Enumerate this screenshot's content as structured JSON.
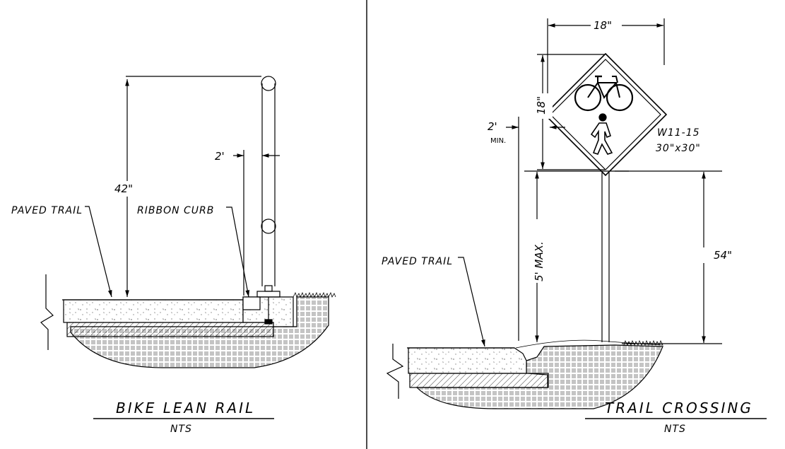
{
  "left_panel": {
    "title": "BIKE LEAN RAIL",
    "scale": "NTS",
    "labels": {
      "paved_trail": "PAVED TRAIL",
      "ribbon_curb": "RIBBON CURB"
    },
    "dimensions": {
      "height": "42\"",
      "offset": "2'"
    }
  },
  "right_panel": {
    "title": "TRAIL CROSSING",
    "scale": "NTS",
    "labels": {
      "paved_trail": "PAVED TRAIL",
      "sign_code": "W11-15",
      "sign_size": "30\"x30\""
    },
    "dimensions": {
      "width": "18\"",
      "height": "18\"",
      "offset": "2'",
      "offset_note": "MIN.",
      "max_height": "5' MAX.",
      "post_height": "54\""
    }
  }
}
